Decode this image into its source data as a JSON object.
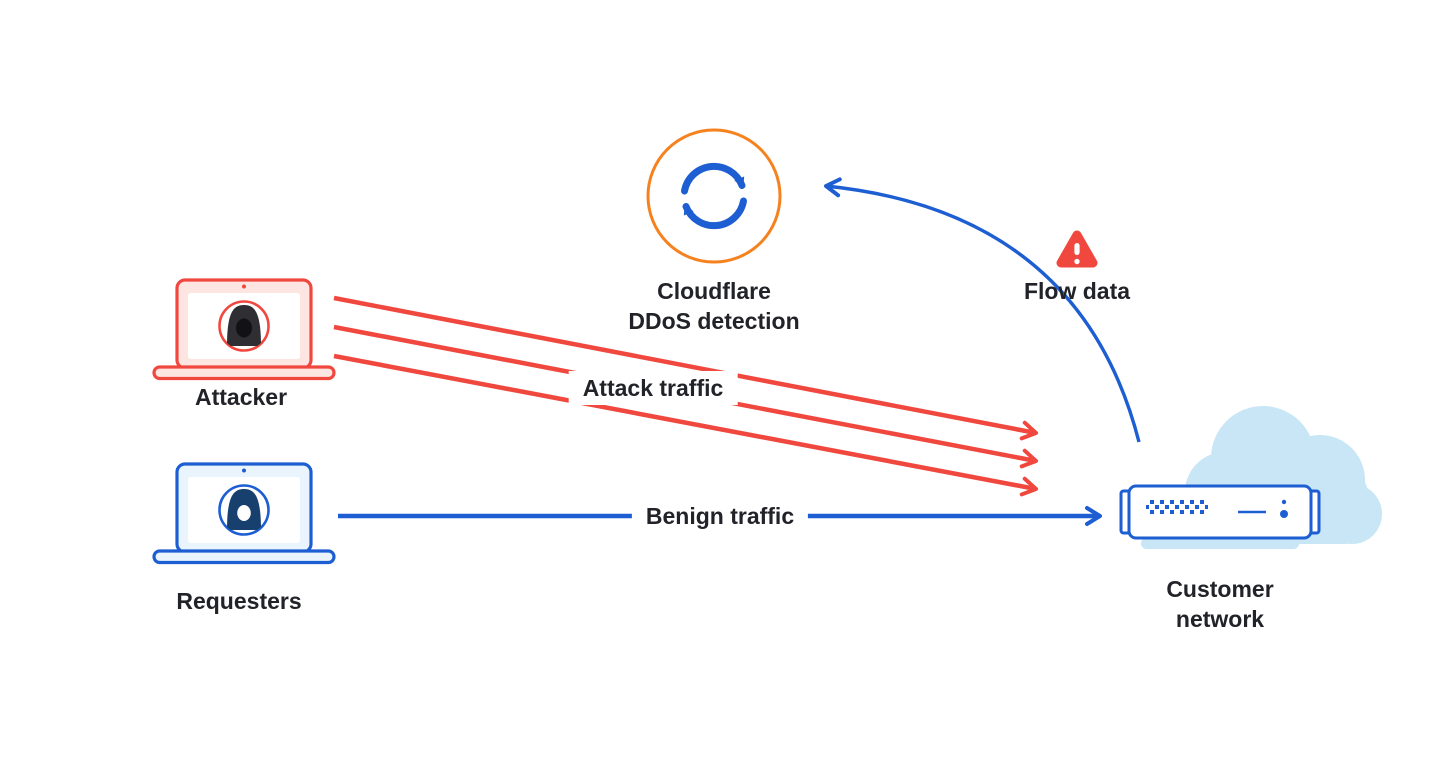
{
  "diagram": {
    "type": "flow-diagram",
    "nodes": {
      "detector": {
        "lines": [
          "Cloudflare",
          "DDoS detection"
        ],
        "icon": "sync-refresh-icon",
        "accent": "orange"
      },
      "flow_data": {
        "label": "Flow data",
        "icon": "warning-triangle-icon",
        "accent": "red"
      },
      "attacker": {
        "label": "Attacker",
        "icon": "attacker-laptop-icon",
        "accent": "red"
      },
      "requesters": {
        "label": "Requesters",
        "icon": "user-laptop-icon",
        "accent": "blue"
      },
      "customer_network": {
        "lines": [
          "Customer",
          "network"
        ],
        "icon": "server-cloud-icon",
        "accent": "blue"
      }
    },
    "edges": [
      {
        "from": "attacker",
        "to": "customer_network",
        "label": "Attack traffic",
        "style": "triple-line-arrow",
        "color": "red"
      },
      {
        "from": "requesters",
        "to": "customer_network",
        "label": "Benign traffic",
        "style": "line-arrow",
        "color": "blue"
      },
      {
        "from": "customer_network",
        "to": "detector",
        "style": "curved-arrow",
        "color": "blue",
        "annotation": "flow_data"
      }
    ]
  },
  "colors": {
    "red": "#f0483e",
    "red_light": "#fde5e2",
    "blue": "#1d5ed2",
    "blue_light": "#eaf4fc",
    "navy": "#17406f",
    "orange": "#f6821f",
    "cloud": "#c8e6f6",
    "text": "#222328",
    "dark": "#2e2e33",
    "dark2": "#121215"
  }
}
